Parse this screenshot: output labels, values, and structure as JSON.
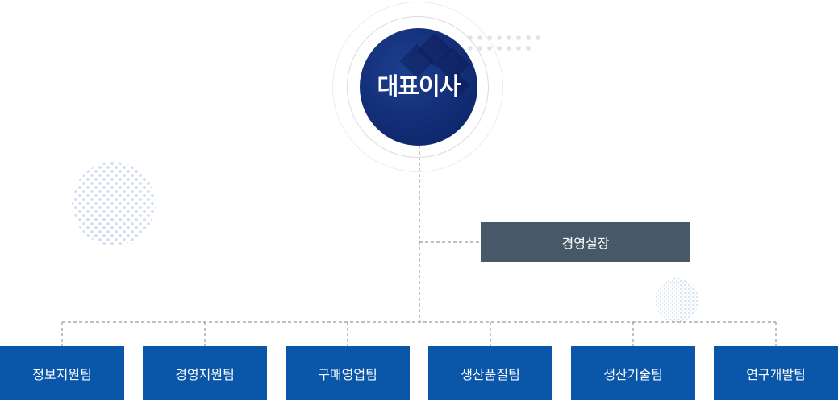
{
  "ceo": {
    "label": "대표이사"
  },
  "manager": {
    "label": "경영실장"
  },
  "teams": [
    {
      "label": "정보지원팀"
    },
    {
      "label": "경영지원팀"
    },
    {
      "label": "구매영업팀"
    },
    {
      "label": "생산품질팀"
    },
    {
      "label": "생산기술팀"
    },
    {
      "label": "연구개발팀"
    }
  ],
  "colors": {
    "ceo_circle": "#14307a",
    "manager_box": "#475868",
    "team_box": "#0a56a8",
    "connector": "#9a9a9a",
    "dot_pattern": "#c9d8ea"
  }
}
